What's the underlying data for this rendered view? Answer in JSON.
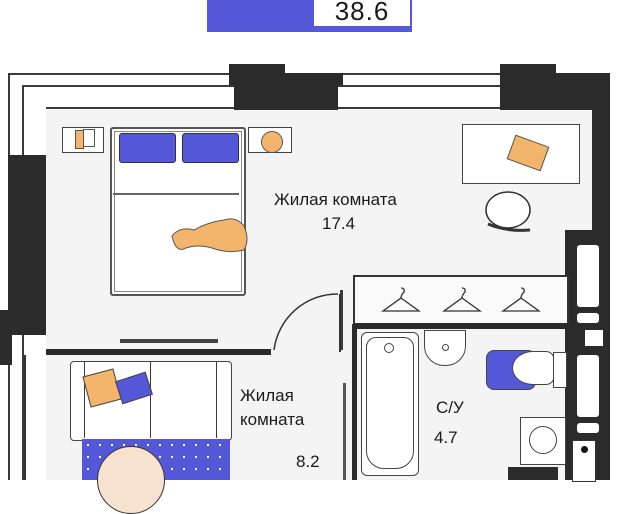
{
  "header": {
    "total_area": "38.6",
    "accent_color": "#5557d9"
  },
  "rooms": [
    {
      "name": "Жилая комната",
      "area": "17.4"
    },
    {
      "name_line1": "Жилая",
      "name_line2": "комната",
      "area": "8.2"
    },
    {
      "name": "С/У",
      "area": "4.7"
    }
  ],
  "colors": {
    "wall": "#2b2b2b",
    "floor": "#f4f4f4",
    "accent": "#5557d9",
    "orange": "#f2b56b"
  }
}
